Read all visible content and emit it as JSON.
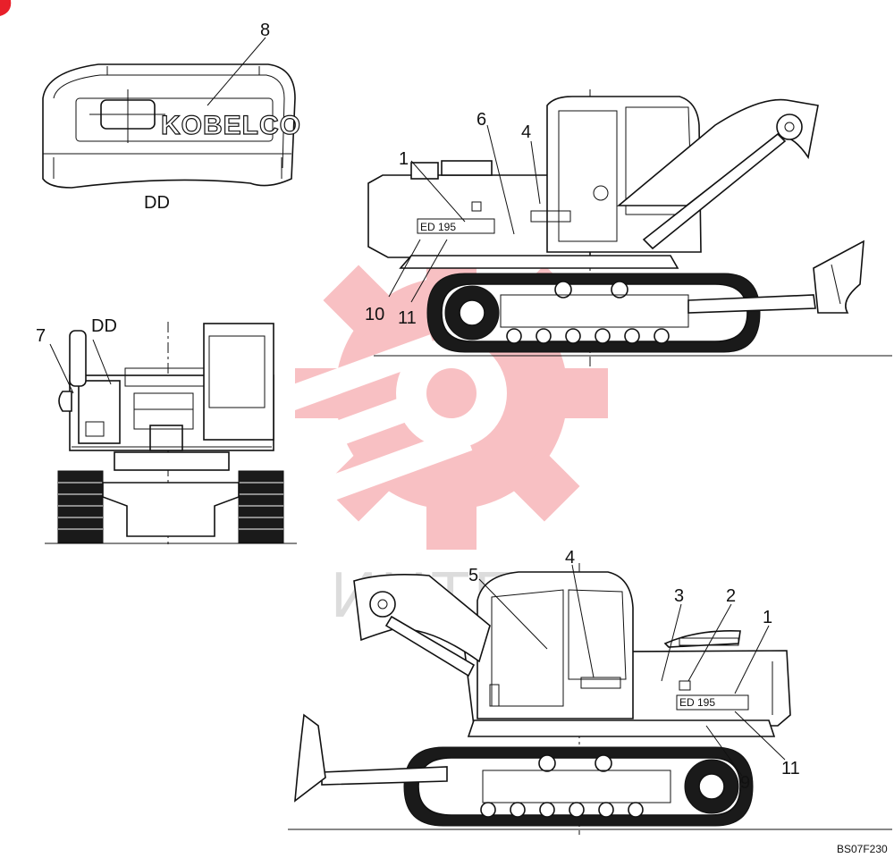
{
  "callouts": {
    "rear_cover_8": "8",
    "rear_cover_dd": "DD",
    "rear_view_7": "7",
    "rear_view_dd": "DD",
    "top_1": "1",
    "top_6": "6",
    "top_4": "4",
    "top_10": "10",
    "top_11": "11",
    "bottom_5": "5",
    "bottom_4": "4",
    "bottom_3": "3",
    "bottom_2": "2",
    "bottom_1": "1",
    "bottom_9": "9",
    "bottom_11": "11"
  },
  "brand_decal": "KOBELCO",
  "figure_code": "BS07F230",
  "watermark": {
    "text": "ИНТЕХ",
    "color": "#e8202a"
  },
  "colors": {
    "ink": "#111111",
    "corner_mark": "#e8202a"
  }
}
